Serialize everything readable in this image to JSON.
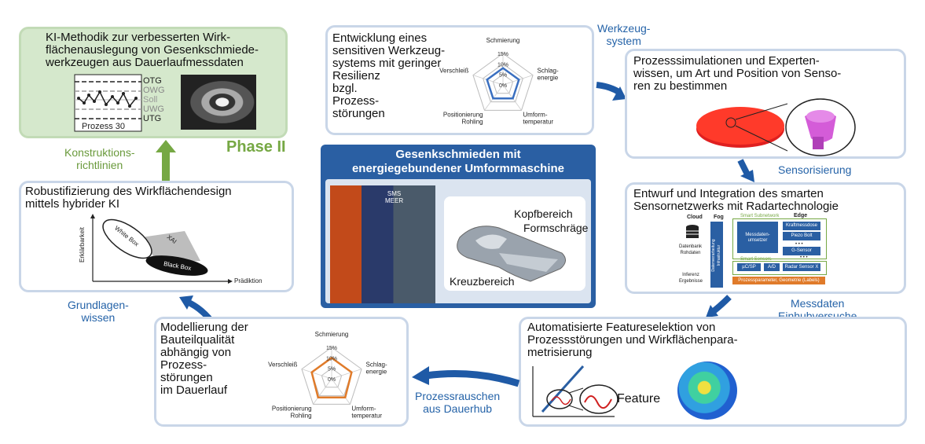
{
  "phase": "Phase II",
  "boxes": {
    "ki": {
      "title": "KI-Methodik zur verbesserten Wirk-\nflächenauslegung von Gesenkschmiede-\nwerkzeugen aus Dauerlaufmessdaten",
      "lines": [
        "OTG",
        "OWG",
        "Soll",
        "UWG",
        "UTG"
      ],
      "prozess": "Prozess 30"
    },
    "robust": {
      "title": "Robustifizierung des Wirkflächendesign\nmittels hybrider KI",
      "ylabel": "Erklärbarkeit",
      "xlabel": "Prädiktion",
      "white": "White Box",
      "xai": "XAI",
      "black": "Black Box"
    },
    "model": {
      "title": "Modellierung der\nBauteilqualität\nabhängig von\nProzess-\nstörungen\nim Dauerlauf"
    },
    "entw": {
      "title": "Entwicklung eines\nsensitiven Werkzeug-\nsystems mit geringer\nResilienz\nbzgl.\nProzess-\nstörungen"
    },
    "sim": {
      "title": "Prozesssimulationen und Experten-\nwissen, um Art und Position von Senso-\nren zu bestimmen"
    },
    "entwurf": {
      "title": "Entwurf und Integration des smarten\nSensornetzwerks mit Radartechnologie",
      "cloud": "Cloud",
      "fog": "Fog",
      "edge": "Edge",
      "db": "Datenbank\nRohdaten",
      "inferenz": "Inferenz\nErgebnisse",
      "ss1": "Smart Subnetwork",
      "ss2": "Smart Sensors",
      "mess": "Messdaten-\numsetzer",
      "kraft": "Kraftmessdose",
      "piezo": "Piezo Bolt",
      "gsens": "G-Sensor",
      "dots": "• • •",
      "mc": "µC/SP",
      "ad": "A/D",
      "radar": "Radar Sensor X",
      "fogtext": "Datenverarbeitung\nInfrastruktur",
      "orange": "Prozessparameter, Geometrie (Labels)"
    },
    "auto": {
      "title": "Automatisierte Featureselektion von\nProzessstörungen und Wirkflächenpara-\nmetrisierung",
      "feature": "Feature"
    }
  },
  "center": {
    "title": "Gesenkschmieden mit\nenergiegebundener Umformmaschine",
    "kopf": "Kopfbereich",
    "form": "Formschräge",
    "kreuz": "Kreuzbereich",
    "sms": "SMS\nMEER"
  },
  "arrows": {
    "werkzeug": "Werkzeug-\nsystem",
    "sensor": "Sensorisierung",
    "mess": "Messdaten\nEinhubversuche",
    "rauschen": "Prozessrauschen\naus Dauerhub",
    "grund": "Grundlagen-\nwissen",
    "konstr": "Konstruktions-\nrichtlinien"
  },
  "chart_data": [
    {
      "type": "radar",
      "categories": [
        "Schmierung",
        "Schlag-\nenergie",
        "Umform-\ntemperatur",
        "Positionierung\nRohling",
        "Verschleiß"
      ],
      "ticks": [
        "15%",
        "10%",
        "5%",
        "0%"
      ],
      "max": 15,
      "values": [
        8,
        8,
        8,
        8,
        8
      ],
      "color": "#3a6fc0"
    },
    {
      "type": "radar",
      "categories": [
        "Schmierung",
        "Schlag-\nenergie",
        "Umform-\ntemperatur",
        "Positionierung\nRohling",
        "Verschleiß"
      ],
      "ticks": [
        "15%",
        "10%",
        "5%",
        "0%"
      ],
      "max": 15,
      "values": [
        10,
        10,
        11,
        11,
        10
      ],
      "color": "#e07b2a"
    }
  ],
  "colors": {
    "blue": "#2563a8",
    "green": "#6a9a3c",
    "arrow": "#1f5aa6"
  }
}
